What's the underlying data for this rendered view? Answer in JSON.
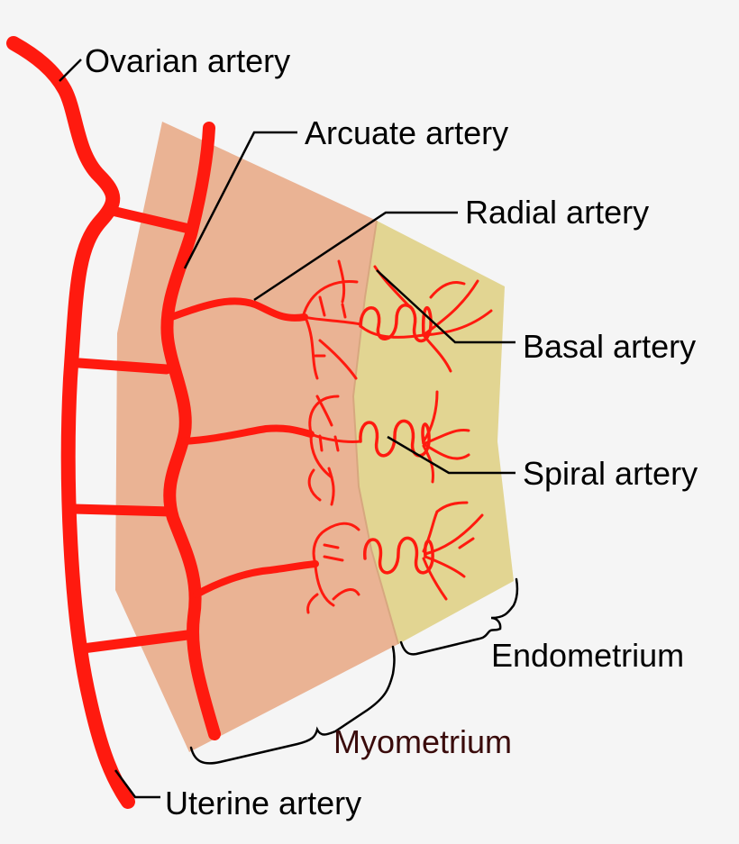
{
  "labels": {
    "ovarian": "Ovarian artery",
    "arcuate": "Arcuate artery",
    "radial": "Radial artery",
    "basal": "Basal artery",
    "spiral": "Spiral artery",
    "endometrium": "Endometrium",
    "myometrium": "Myometrium",
    "uterine": "Uterine artery"
  },
  "colors": {
    "background": "#f5f5f5",
    "artery": "#ff1a0f",
    "myometrium": "#eab394",
    "endometrium": "#e2d592",
    "leader_line": "#000000",
    "myometrium_text": "#3a0b0b"
  }
}
